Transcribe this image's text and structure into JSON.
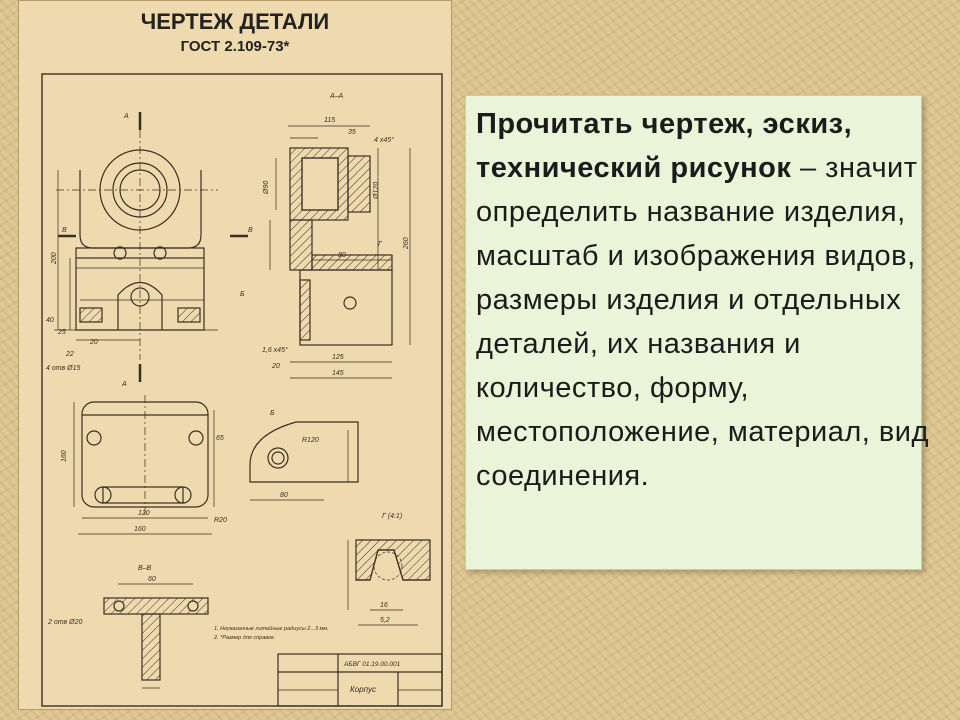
{
  "sheet": {
    "title": "ЧЕРТЕЖ ДЕТАЛИ",
    "subtitle": "ГОСТ 2.109-73*",
    "labels": {
      "section_aa": "А–А",
      "section_a_top": "А",
      "section_a_bottom": "А",
      "section_v_left": "В",
      "section_v_right": "В",
      "arrow_b": "Б",
      "view_b": "Б",
      "section_vv": "В–В",
      "detail_g": "Г (4:1)",
      "mark_g": "Г"
    },
    "dims": {
      "d115": "115",
      "d35": "35",
      "d4x45": "4 x45°",
      "d90": "Ø90",
      "d120": "Ø120",
      "d260": "260",
      "d80": "80",
      "d20": "20",
      "d125": "125",
      "d145": "145",
      "d16x45": "1,6 x45°",
      "d200": "200",
      "d40": "40",
      "d25": "25",
      "d22": "22",
      "d20left": "20",
      "d4otv": "4 отв Ø15",
      "d160": "160",
      "d120b": "120",
      "d160b": "160",
      "d65": "65",
      "dR20": "R20",
      "d80b": "80",
      "dR120": "R120",
      "d60": "60",
      "d2otv": "2 отв Ø20",
      "d16": "16",
      "d52": "5,2"
    },
    "notes": [
      "1. Неуказанные литейные радиусы 2...3 мм.",
      "2. *Размер для справок."
    ],
    "stamp": {
      "code": "АБВГ 01.19.00.001",
      "name": "Корпус"
    }
  },
  "text": {
    "bold": "Прочитать чертеж, эскиз, технический рисунок",
    "rest": " – значит определить название изделия, масштаб и изображения видов, размеры изделия и отдельных деталей, их названия и количество, форму, местоположение, материал, вид соединения."
  },
  "colors": {
    "background": "#dcc48e",
    "sheet": "#eedaae",
    "textbox": "#eaf4d8",
    "line": "#3a2f22"
  }
}
